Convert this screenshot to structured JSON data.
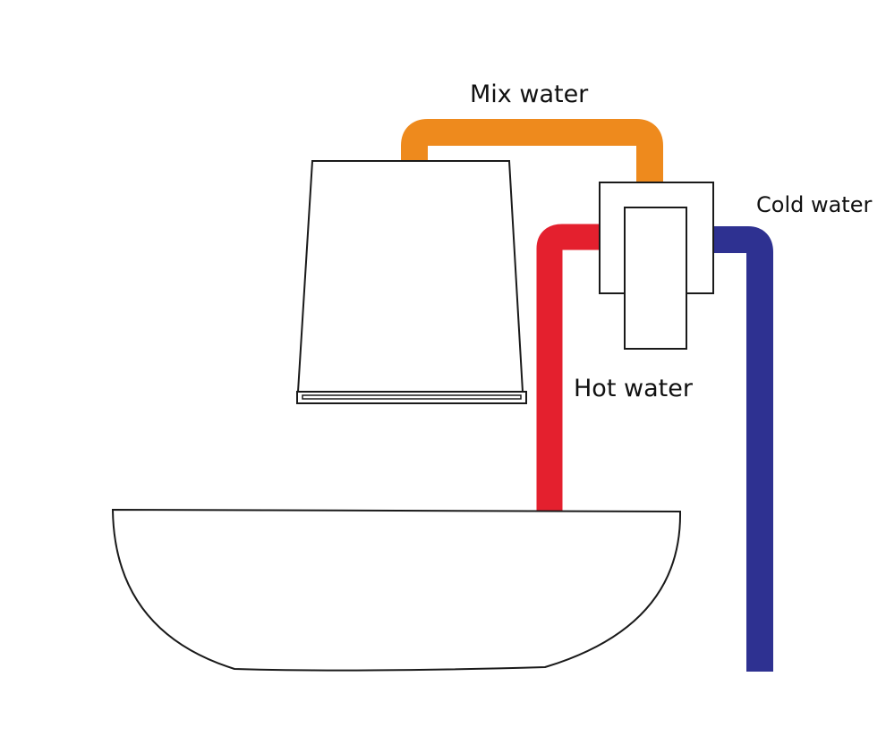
{
  "labels": {
    "mix_water": "Mix water",
    "cold_water": "Cold water",
    "hot_water": "Hot water"
  },
  "colors": {
    "mix_pipe": "#EE8A1D",
    "hot_pipe": "#E4202E",
    "cold_pipe": "#2E3191",
    "outline": "#1A1A1A",
    "background": "#FFFFFF"
  }
}
